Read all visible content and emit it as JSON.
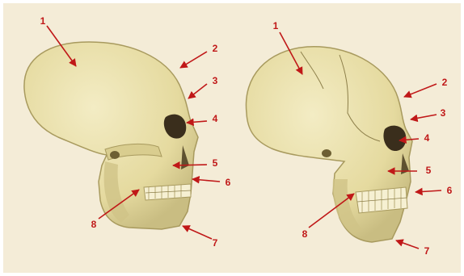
{
  "colors": {
    "background": "#f4ecd7",
    "bone": "#ece3ad",
    "bone_shadow": "#c9bd82",
    "bone_dark": "#8d7f4a",
    "orbit": "#3a2e1c",
    "arrow": "#c01818"
  },
  "left_skull": {
    "labels": [
      "1",
      "2",
      "3",
      "4",
      "5",
      "6",
      "7",
      "8"
    ]
  },
  "right_skull": {
    "labels": [
      "1",
      "2",
      "3",
      "4",
      "5",
      "6",
      "7",
      "8"
    ]
  }
}
